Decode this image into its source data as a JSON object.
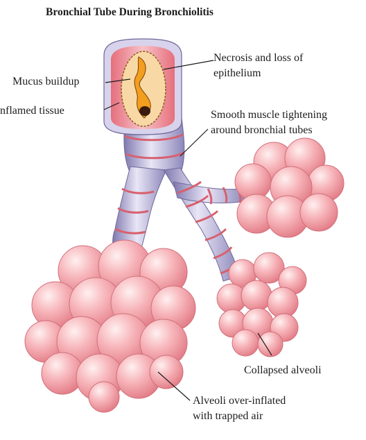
{
  "title": "Bronchial Tube During Bronchiolitis",
  "labels": {
    "mucus": "Mucus buildup",
    "inflamed": "nflamed tissue",
    "necrosis_1": "Necrosis and loss of",
    "necrosis_2": "epithelium",
    "smooth_1": "Smooth muscle tightening",
    "smooth_2": "around bronchial tubes",
    "collapsed": "Collapsed alveoli",
    "overinflated_1": "Alveoli over-inflated",
    "overinflated_2": "with trapped air"
  },
  "colors": {
    "tube": "#c9c4e2",
    "tube_shade": "#8e87b8",
    "alveoli": "#f4a0a6",
    "alveoli_light": "#fde3e3",
    "inflamed": "#e86b78",
    "mucus": "#f0a020"
  }
}
